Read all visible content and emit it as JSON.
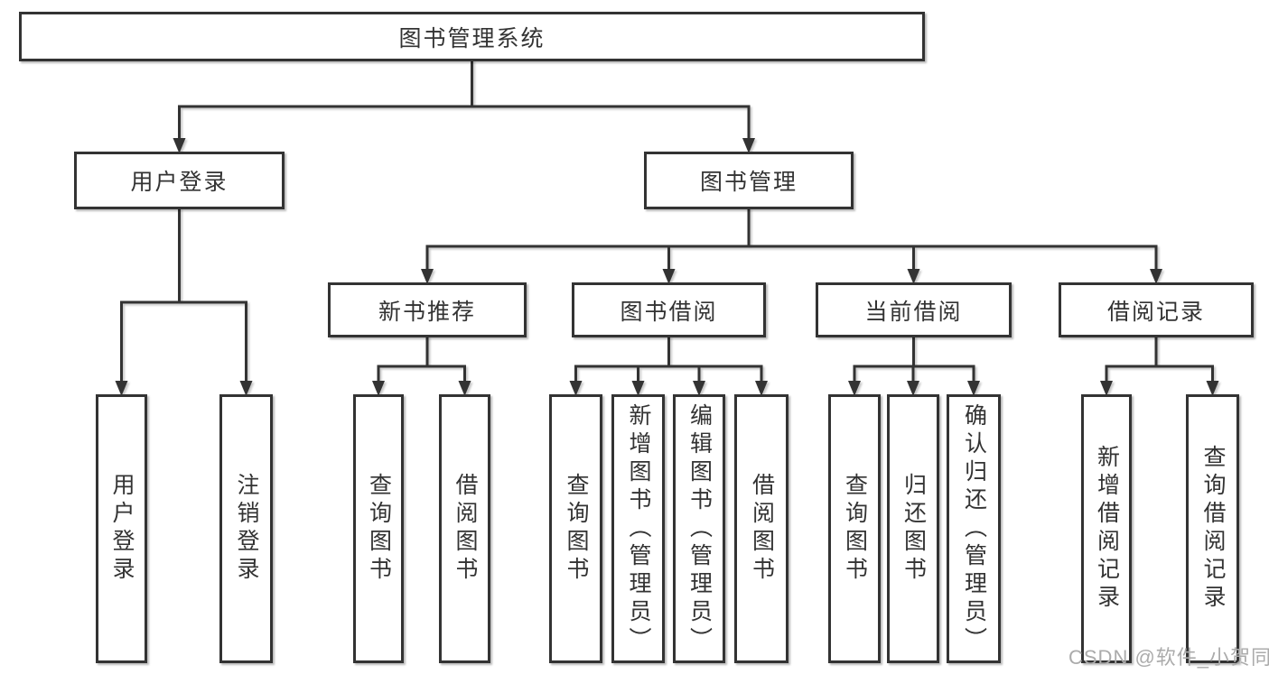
{
  "diagram": {
    "nodes": {
      "root": {
        "label": "图书管理系统"
      },
      "user_login": {
        "label": "用户登录"
      },
      "book_mgmt": {
        "label": "图书管理"
      },
      "user_login_leaf": {
        "label": "用户登录"
      },
      "logout_leaf": {
        "label": "注销登录"
      },
      "new_book_rec": {
        "label": "新书推荐"
      },
      "book_borrow": {
        "label": "图书借阅"
      },
      "current_borrow": {
        "label": "当前借阅"
      },
      "borrow_record": {
        "label": "借阅记录"
      },
      "rec_query_book": {
        "label": "查询图书"
      },
      "rec_borrow_book": {
        "label": "借阅图书"
      },
      "bb_query_book": {
        "label": "查询图书"
      },
      "bb_add_book": {
        "label": "新增图书（管理员）"
      },
      "bb_edit_book": {
        "label": "编辑图书（管理员）"
      },
      "bb_borrow_book": {
        "label": "借阅图书"
      },
      "cb_query_book": {
        "label": "查询图书"
      },
      "cb_return_book": {
        "label": "归还图书"
      },
      "cb_confirm_return": {
        "label": "确认归还（管理员）"
      },
      "br_add_record": {
        "label": "新增借阅记录"
      },
      "br_query_record": {
        "label": "查询借阅记录"
      }
    },
    "edges": [
      {
        "parent": "root",
        "children": [
          "user_login",
          "book_mgmt"
        ]
      },
      {
        "parent": "user_login",
        "children": [
          "user_login_leaf",
          "logout_leaf"
        ]
      },
      {
        "parent": "book_mgmt",
        "children": [
          "new_book_rec",
          "book_borrow",
          "current_borrow",
          "borrow_record"
        ]
      },
      {
        "parent": "new_book_rec",
        "children": [
          "rec_query_book",
          "rec_borrow_book"
        ]
      },
      {
        "parent": "book_borrow",
        "children": [
          "bb_query_book",
          "bb_add_book",
          "bb_edit_book",
          "bb_borrow_book"
        ]
      },
      {
        "parent": "current_borrow",
        "children": [
          "cb_query_book",
          "cb_return_book",
          "cb_confirm_return"
        ]
      },
      {
        "parent": "borrow_record",
        "children": [
          "br_add_record",
          "br_query_record"
        ]
      }
    ]
  },
  "watermark": {
    "text": "CSDN @软件_小贺同学"
  },
  "colors": {
    "line": "#333333",
    "border": "#333333",
    "text": "#333333",
    "watermark": "#ababab",
    "background": "#ffffff"
  }
}
